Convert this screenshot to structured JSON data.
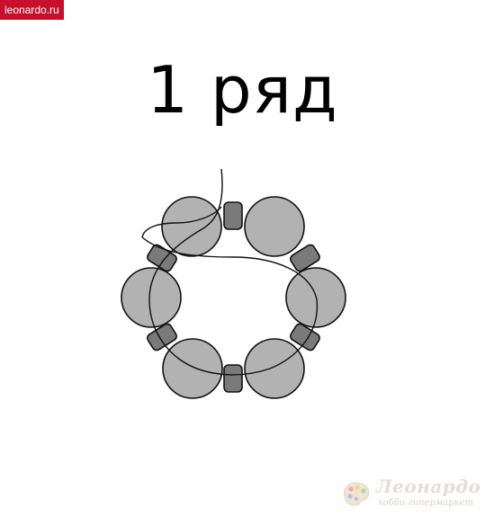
{
  "source_badge": "leonardo.ru",
  "title": "1 ряд",
  "diagram": {
    "large_bead_count": 6,
    "small_bead_count": 6,
    "colors": {
      "large_bead": "#b2b2b2",
      "small_bead": "#7a7a7a",
      "outline": "#111111",
      "thread": "#111111"
    }
  },
  "logo": {
    "name": "Леонардо",
    "tagline": "хобби-гипермаркет",
    "colors": {
      "text": "#e6ddd2",
      "palette_base": "#f0e4d4"
    }
  }
}
